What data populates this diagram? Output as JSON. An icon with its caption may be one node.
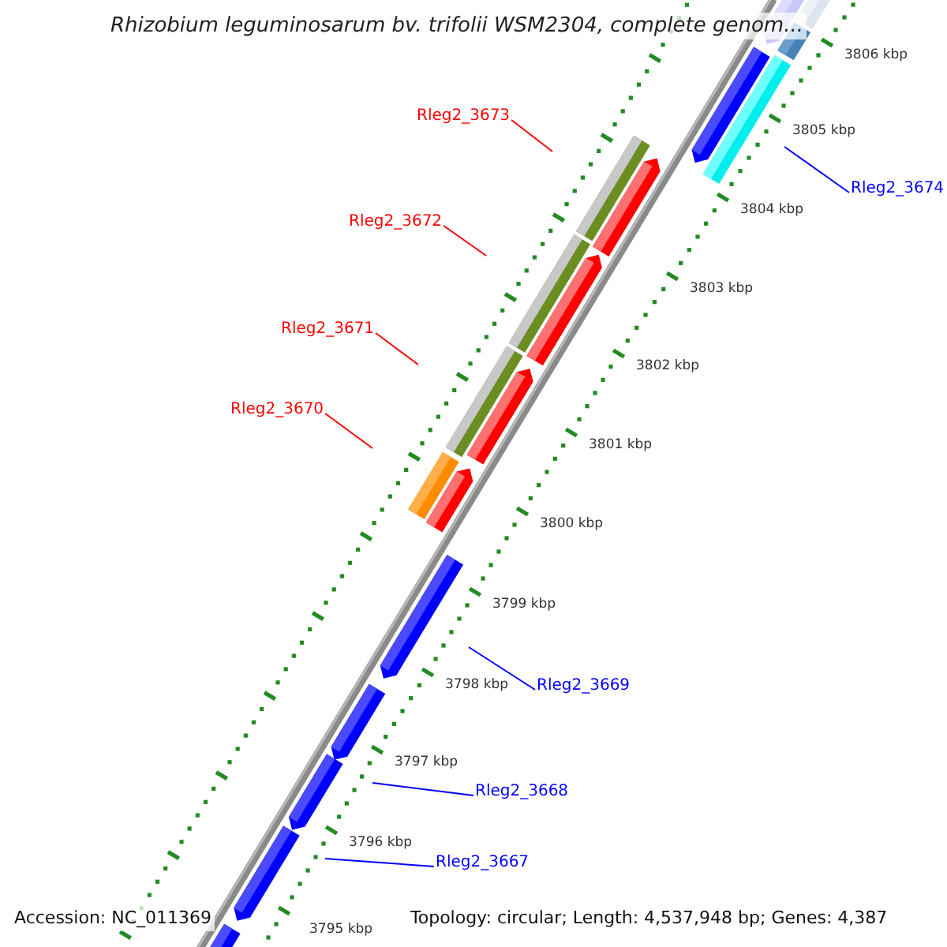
{
  "diagram": {
    "title": "Rhizobium leguminosarum bv. trifolii WSM2304, complete genom...",
    "nodes": [
      {
        "text": [
          "Rleg2_3673"
        ]
      },
      {
        "text": [
          "Rleg2_3674"
        ]
      },
      {
        "text": [
          "Rleg2_3672"
        ]
      },
      {
        "text": [
          "Rleg2_3671"
        ]
      },
      {
        "text": [
          "Rleg2_3670"
        ]
      },
      {
        "text": [
          "Rleg2_3669"
        ]
      },
      {
        "text": [
          "Rleg2_3668"
        ]
      },
      {
        "text": [
          "Rleg2_3667"
        ]
      }
    ],
    "edges": [
      {
        "from": 0,
        "to": null,
        "arrow": "none",
        "color": "#ff0000"
      },
      {
        "from": 1,
        "to": null,
        "arrow": "none",
        "color": "#0000ff"
      },
      {
        "from": 2,
        "to": null,
        "arrow": "none",
        "color": "#ff0000"
      },
      {
        "from": 3,
        "to": null,
        "arrow": "none",
        "color": "#ff0000"
      },
      {
        "from": 4,
        "to": null,
        "arrow": "none",
        "color": "#ff0000"
      },
      {
        "from": 5,
        "to": null,
        "arrow": "none",
        "color": "#0000ff"
      },
      {
        "from": 6,
        "to": null,
        "arrow": "none",
        "color": "#0000ff"
      },
      {
        "from": 7,
        "to": null,
        "arrow": "none",
        "color": "#0000ff"
      }
    ],
    "labels": [
      "3806 kbp",
      "3805 kbp",
      "3804 kbp",
      "3803 kbp",
      "3802 kbp",
      "3801 kbp",
      "3800 kbp",
      "3799 kbp",
      "3798 kbp",
      "3797 kbp",
      "3796 kbp",
      "3795 kbp",
      "Accession: NC_011369",
      "Topology: circular; Length: 4,537,948 bp; Genes: 4,387"
    ]
  }
}
